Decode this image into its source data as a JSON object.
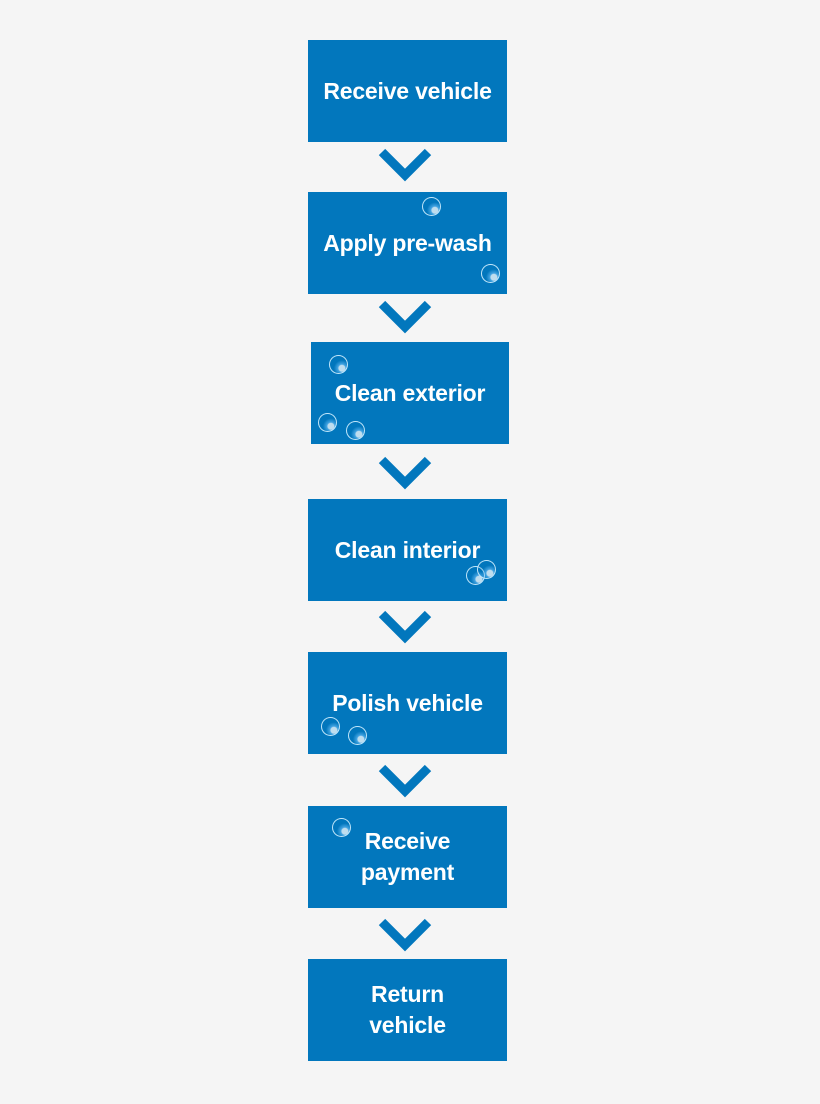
{
  "diagram": {
    "steps": [
      {
        "label": "Receive vehicle"
      },
      {
        "label": "Apply pre-wash"
      },
      {
        "label": "Clean exterior"
      },
      {
        "label": "Clean interior"
      },
      {
        "label": "Polish vehicle"
      },
      {
        "label": "Receive payment"
      },
      {
        "label": "Return vehicle"
      }
    ],
    "colors": {
      "box": "#0277bd",
      "arrow": "#0277bd",
      "text": "#ffffff",
      "background": "#f5f5f5"
    },
    "icons": [
      "chevron-down-icon",
      "bubble-icon"
    ]
  }
}
